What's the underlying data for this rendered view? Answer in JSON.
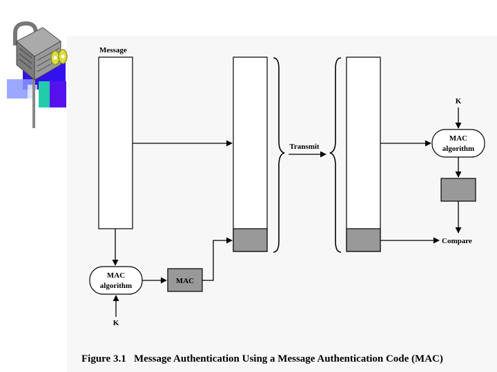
{
  "diagram": {
    "message_label": "Message",
    "transmit_label": "Transmit",
    "key_label_sender": "K",
    "key_label_receiver": "K",
    "mac_algorithm_sender": {
      "line1": "MAC",
      "line2": "algorithm"
    },
    "mac_algorithm_receiver": {
      "line1": "MAC",
      "line2": "algorithm"
    },
    "mac_box_label": "MAC",
    "compare_label": "Compare",
    "caption": "Figure 3.1   Message Authentication Using a Message Authentication Code (MAC)"
  },
  "colors": {
    "panel_background": "#f7f7f7",
    "mac_fill": "#999999",
    "logo_blue": "#3311ee",
    "logo_teal": "#22ccaa",
    "logo_yellow": "#dddd44"
  },
  "icons": {
    "logo": "padlock-with-keys-icon"
  }
}
